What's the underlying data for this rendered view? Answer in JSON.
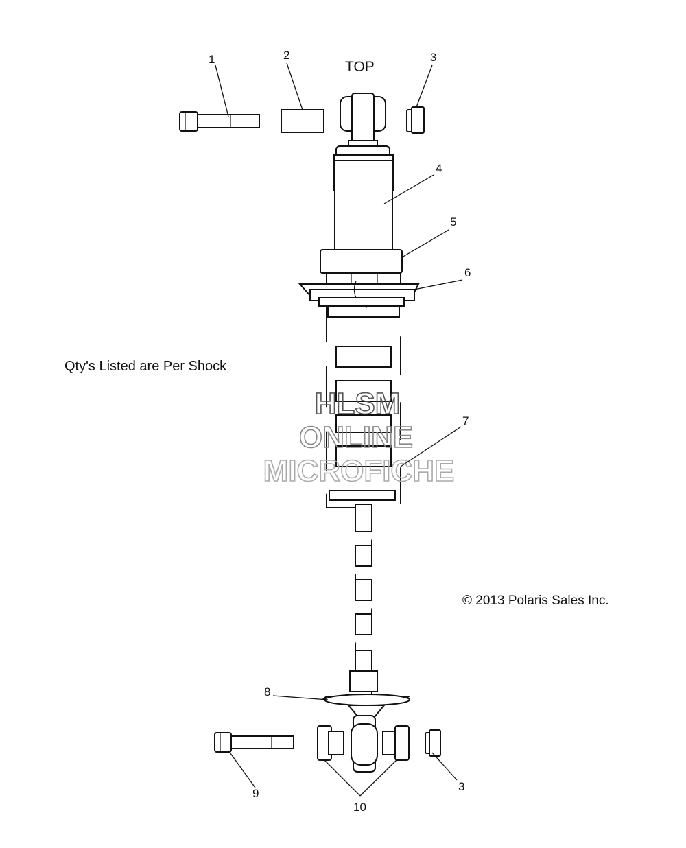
{
  "diagram": {
    "orientation_label": "TOP",
    "note": "Qty's Listed are Per Shock",
    "copyright": "© 2013 Polaris Sales Inc.",
    "watermark": [
      "HLSM",
      "ONLINE",
      "MICROFICHE"
    ],
    "callouts": [
      {
        "id": "1",
        "text": "1"
      },
      {
        "id": "2",
        "text": "2"
      },
      {
        "id": "3a",
        "text": "3"
      },
      {
        "id": "4",
        "text": "4"
      },
      {
        "id": "5",
        "text": "5"
      },
      {
        "id": "6",
        "text": "6"
      },
      {
        "id": "7",
        "text": "7"
      },
      {
        "id": "8",
        "text": "8"
      },
      {
        "id": "9",
        "text": "9"
      },
      {
        "id": "3b",
        "text": "3"
      },
      {
        "id": "10",
        "text": "10"
      }
    ]
  }
}
